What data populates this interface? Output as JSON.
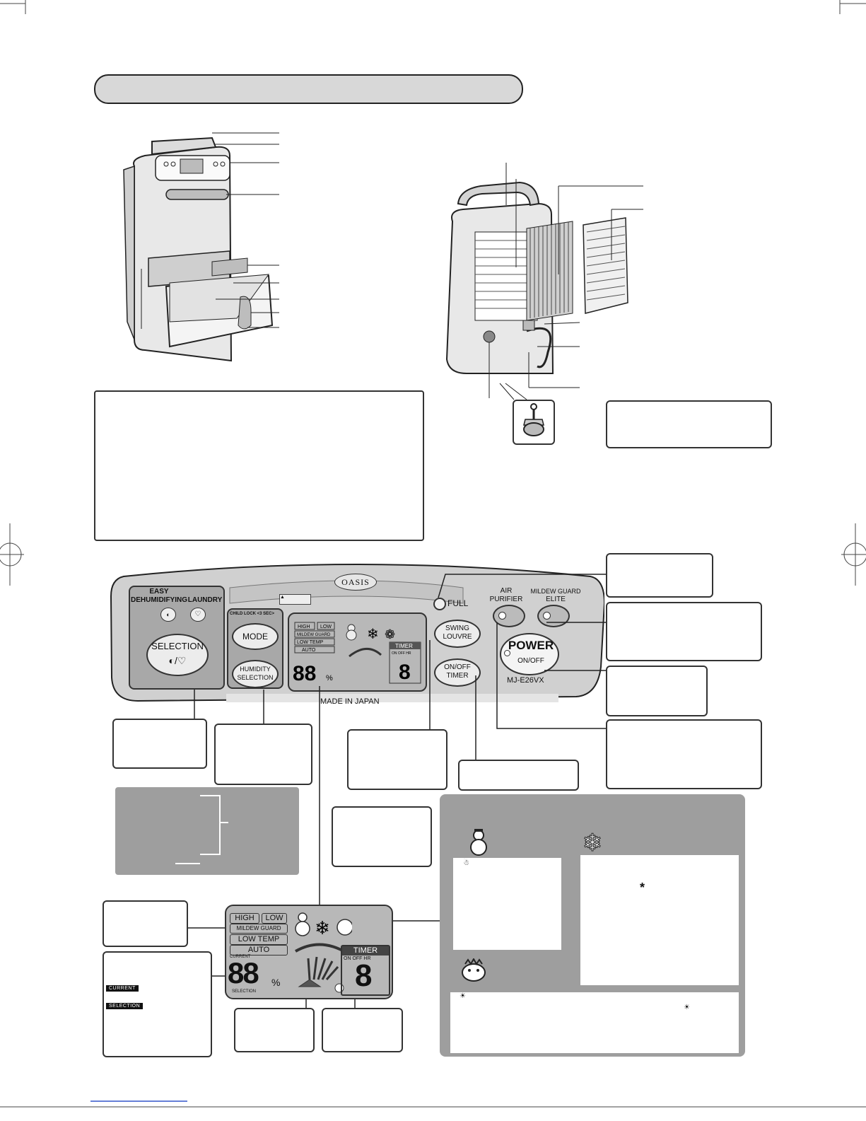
{
  "panel": {
    "brand_oasis": "OASIS",
    "easy_dehumidifying": "EASY\nDEHUMIDIFYING",
    "laundry": "LAUNDRY",
    "selection": "SELECTION",
    "child_lock": "CHILD LOCK <3 SEC>",
    "mode": "MODE",
    "humidity_selection_1": "HUMIDITY",
    "humidity_selection_2": "SELECTION",
    "full": "FULL",
    "swing_1": "SWING",
    "swing_2": "LOUVRE",
    "timer_1": "ON/OFF",
    "timer_2": "TIMER",
    "air_purifier_1": "AIR",
    "air_purifier_2": "PURIFIER",
    "mildew_elite_1": "MILDEW GUARD",
    "mildew_elite_2": "ELITE",
    "power": "POWER",
    "on_off": "ON/OFF",
    "model": "MJ-E26VX",
    "made_in": "MADE IN JAPAN"
  },
  "lcd": {
    "high": "HIGH",
    "low": "LOW",
    "mildew_guard": "MILDEW GUARD",
    "low_temp": "LOW TEMP",
    "auto": "AUTO",
    "current": "CURRENT",
    "digits": "88",
    "percent": "%",
    "selection": "SELECTION",
    "timer": "TIMER",
    "on_off_hr": "ON OFF HR",
    "timer_digit": "8"
  },
  "tags": {
    "current": "CURRENT",
    "selection": "SELECTION"
  },
  "colors": {
    "panel_gray": "#9e9e9e",
    "lcd_bg": "#b8b8b8",
    "button_bg": "#d9d9d9"
  }
}
